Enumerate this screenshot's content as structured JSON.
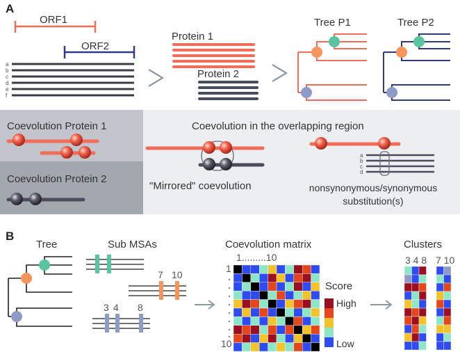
{
  "panel_a": {
    "label": "A",
    "orf1": "ORF1",
    "orf2": "ORF2",
    "sequence_letters": [
      "a",
      "b",
      "c",
      "d",
      "e",
      "f"
    ],
    "protein1": "Protein 1",
    "protein2": "Protein 2",
    "tree_p1": "Tree P1",
    "tree_p2": "Tree P2",
    "coevo_p1": "Coevolution Protein 1",
    "coevo_p2": "Coevolution Protein 2",
    "overlap_title": "Coevolution in the overlapping region",
    "mirrored": "\"Mirrored\" coevolution",
    "substitution_line1": "nonsynonymous/synonymous",
    "substitution_line2": "substitution(s)",
    "mini_letters": [
      "a",
      "b",
      "c",
      "d"
    ]
  },
  "panel_b": {
    "label": "B",
    "tree": "Tree",
    "sub_msas": "Sub MSAs",
    "msa_labels_top": [
      "7",
      "10"
    ],
    "msa_labels_bottom": [
      "3",
      "4",
      "8"
    ],
    "matrix_title": "Coevolution matrix",
    "matrix_axis_top": "1.........10",
    "matrix_axis_left_top": "1",
    "matrix_axis_left_bottom": "10",
    "score_title": "Score",
    "score_high": "High",
    "score_low": "Low",
    "clusters_title": "Clusters",
    "clusters_labels": "3 4 8",
    "clusters_labels_2": "7 10"
  },
  "colors": {
    "red": "#f26c5a",
    "dark_line": "#3c3c44",
    "navy": "#2f3a82",
    "green": "#58c4a0",
    "orange": "#f6955c",
    "lavender": "#8e9ac8",
    "gray_box": "#b9bcc3",
    "gray_box_dark": "#9ea2aa",
    "light_box": "#eaecee",
    "arrow": "#8a9aa6"
  }
}
